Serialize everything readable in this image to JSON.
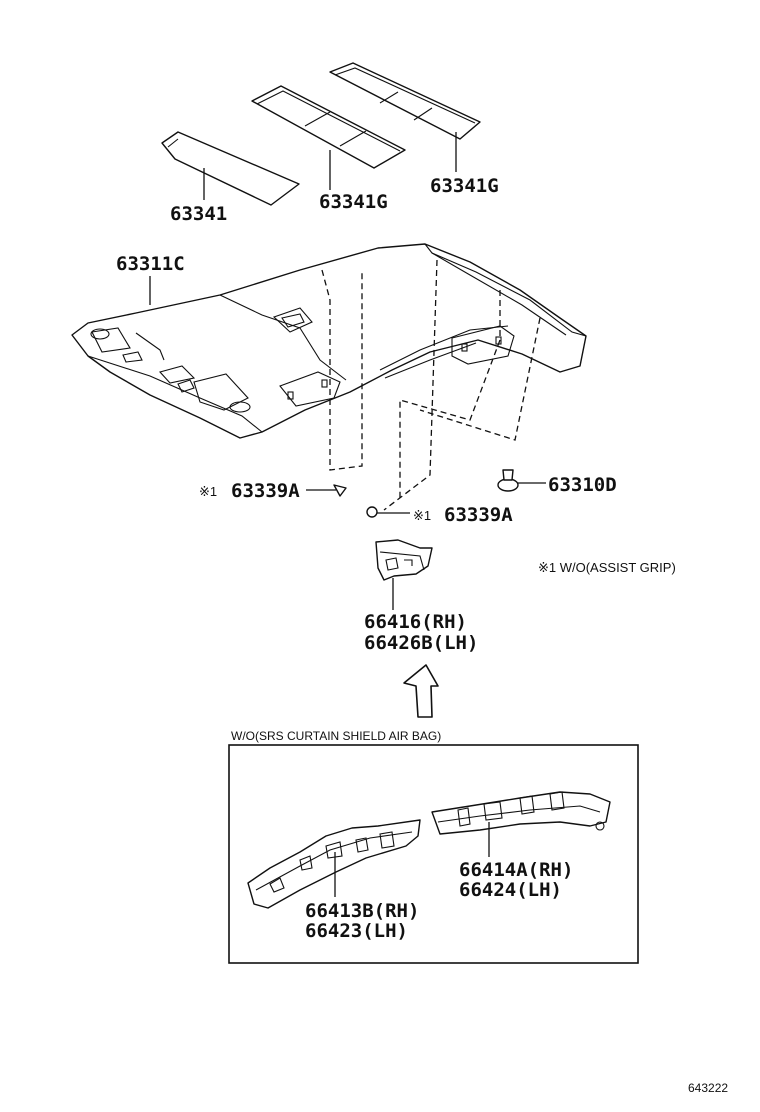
{
  "parts": {
    "p63341": "63341",
    "p63341g_a": "63341G",
    "p63341g_b": "63341G",
    "p63311c": "63311C",
    "p63339a_left": "63339A",
    "p63339a_right": "63339A",
    "p63310d": "63310D",
    "p66416": "66416(RH)",
    "p66426b": "66426B(LH)",
    "p66414a": "66414A(RH)",
    "p66424": "66424(LH)",
    "p66413b": "66413B(RH)",
    "p66423": "66423(LH)"
  },
  "notes": {
    "mark_left": "※1",
    "mark_right": "※1",
    "footnote": "※1 W/O(ASSIST GRIP)",
    "box_title": "W/O(SRS CURTAIN SHIELD AIR BAG)",
    "diagram_code": "643222"
  }
}
